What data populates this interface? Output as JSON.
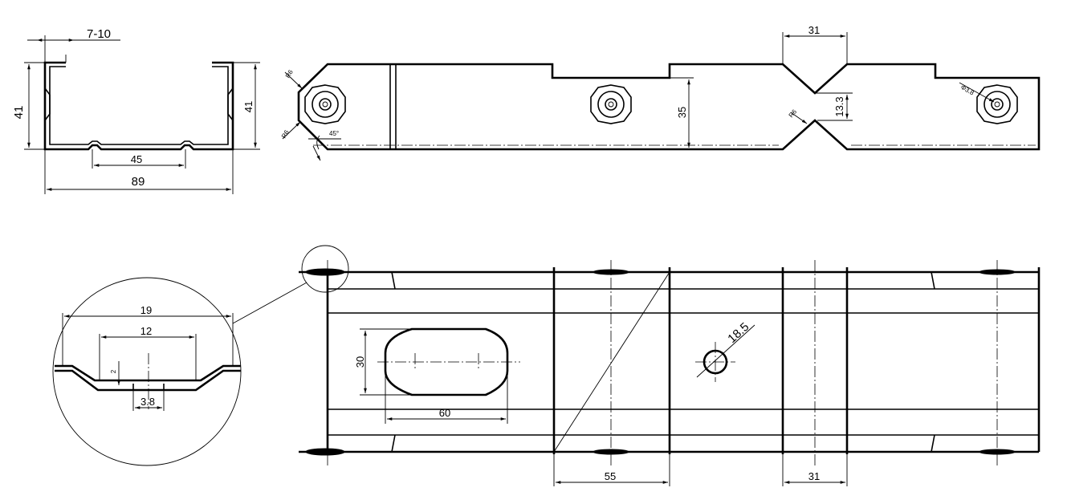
{
  "section_view": {
    "lip_dim": "7-10",
    "height_left": "41",
    "height_right": "41",
    "width": "89",
    "groove_spacing": "45"
  },
  "side_view": {
    "notch_width": "31",
    "notch_depth": "13.3",
    "height": "35",
    "angle": "45°",
    "hole_dia": "Φ3.8",
    "radius_marks": [
      "R6",
      "R6",
      "R6"
    ]
  },
  "plan_view": {
    "slot_height": "30",
    "slot_length": "60",
    "hole_dia": "18.5",
    "segment_a": "55",
    "segment_b": "31"
  },
  "detail_view": {
    "outer_width": "19",
    "inner_width": "12",
    "depth": "2",
    "groove_width": "3.8"
  }
}
